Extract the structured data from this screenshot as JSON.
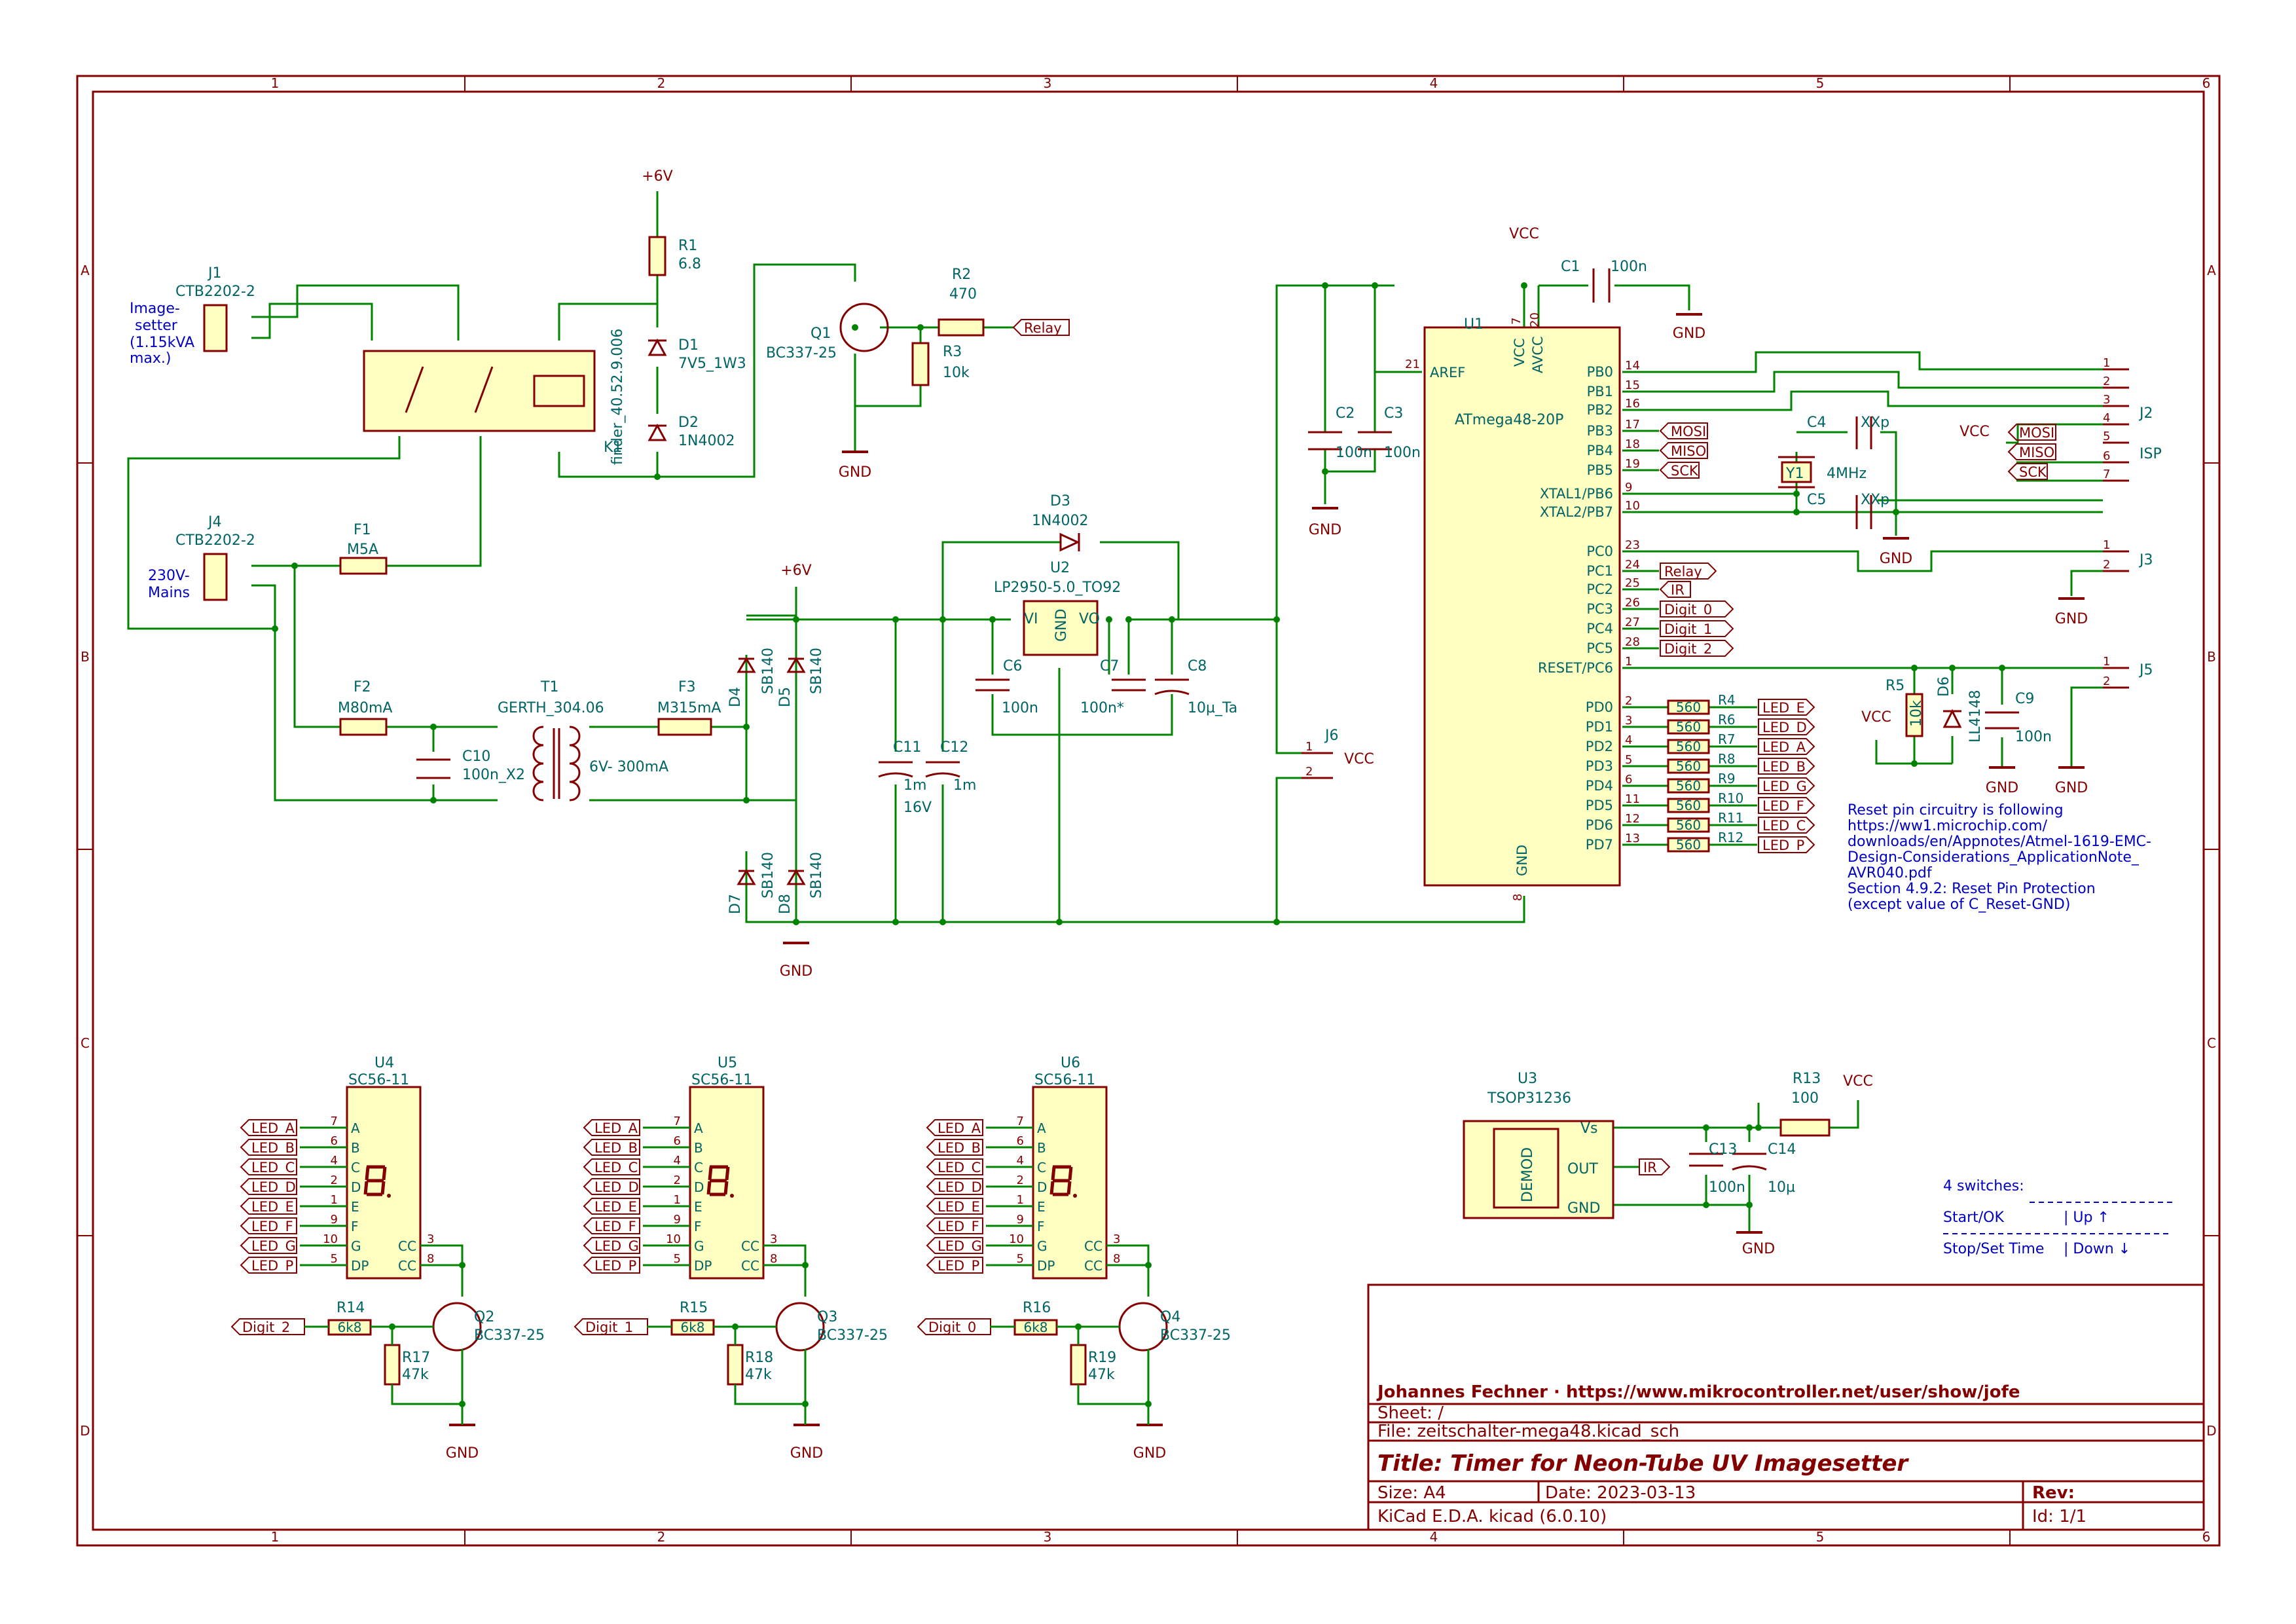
{
  "colors": {
    "border": "#840000",
    "wire": "#008400",
    "part_fill": "#ffffc2",
    "part_stroke": "#840000",
    "label": "#006464",
    "power": "#840000",
    "note": "#0000c2",
    "title_text": "#840000"
  },
  "frame": {
    "columns": [
      "1",
      "2",
      "3",
      "4",
      "5",
      "6"
    ],
    "rows": [
      "A",
      "B",
      "C",
      "D"
    ]
  },
  "title_block": {
    "author": "Johannes Fechner · https://www.mikrocontroller.net/user/show/jofe",
    "sheet": "Sheet: /",
    "file": "File: zeitschalter-mega48.kicad_sch",
    "title": "Title: Timer for Neon-Tube UV Imagesetter",
    "size": "Size: A4",
    "date": "Date: 2023-03-13",
    "rev": "Rev:",
    "tool": "KiCad E.D.A.  kicad (6.0.10)",
    "id": "Id: 1/1"
  },
  "notes": {
    "imagesetter": [
      "Image-",
      "setter",
      "(1.15kVA",
      "max.)"
    ],
    "mains": [
      "230V-",
      "Mains"
    ],
    "reset": [
      "Reset pin circuitry is following",
      "https://ww1.microchip.com/",
      "downloads/en/Appnotes/Atmel-1619-EMC-",
      "Design-Considerations_ApplicationNote_",
      "AVR040.pdf",
      "Section 4.9.2: Reset Pin Protection",
      "(except value of C_Reset-GND)"
    ],
    "switches": {
      "title": "4 switches:",
      "row1a": "Start/OK",
      "row1b": "| Up ↑",
      "row2a": "Stop/Set Time",
      "row2b": "| Down ↓"
    }
  },
  "power": {
    "p6v_top": "+6V",
    "p6v_mid": "+6V",
    "vcc_avcc": "VCC",
    "vcc_j6": "VCC",
    "vcc_isp": "VCC",
    "vcc_reset": "VCC",
    "vcc_ir": "VCC",
    "gnd": "GND"
  },
  "components": {
    "J1": {
      "ref": "J1",
      "value": "CTB2202-2"
    },
    "J4": {
      "ref": "J4",
      "value": "CTB2202-2"
    },
    "K1": {
      "ref": "K1",
      "value": "finder_40.52.9.006"
    },
    "R1": {
      "ref": "R1",
      "value": "6.8"
    },
    "D1": {
      "ref": "D1",
      "value": "7V5_1W3"
    },
    "D2": {
      "ref": "D2",
      "value": "1N4002"
    },
    "Q1": {
      "ref": "Q1",
      "value": "BC337-25"
    },
    "R2": {
      "ref": "R2",
      "value": "470"
    },
    "R3": {
      "ref": "R3",
      "value": "10k"
    },
    "F1": {
      "ref": "F1",
      "value": "M5A"
    },
    "F2": {
      "ref": "F2",
      "value": "M80mA"
    },
    "F3": {
      "ref": "F3",
      "value": "M315mA"
    },
    "T1": {
      "ref": "T1",
      "value": "GERTH_304.06",
      "rating": "6V- 300mA"
    },
    "C10": {
      "ref": "C10",
      "value": "100n_X2"
    },
    "D4": {
      "ref": "D4",
      "value": "SB140"
    },
    "D5": {
      "ref": "D5",
      "value": "SB140"
    },
    "D7": {
      "ref": "D7",
      "value": "SB140"
    },
    "D8": {
      "ref": "D8",
      "value": "SB140"
    },
    "C11": {
      "ref": "C11",
      "value": "1m",
      "voltage": "16V"
    },
    "C12": {
      "ref": "C12",
      "value": "1m"
    },
    "D3": {
      "ref": "D3",
      "value": "1N4002"
    },
    "U2": {
      "ref": "U2",
      "value": "LP2950-5.0_TO92",
      "pin_vi": "VI",
      "pin_vo": "VO",
      "pin_gnd": "GND"
    },
    "C6": {
      "ref": "C6",
      "value": "100n"
    },
    "C7": {
      "ref": "C7",
      "value": "100n*"
    },
    "C8": {
      "ref": "C8",
      "value": "10µ_Ta"
    },
    "J6": {
      "ref": "J6"
    },
    "C1": {
      "ref": "C1",
      "value": "100n"
    },
    "C2": {
      "ref": "C2",
      "value": "100n"
    },
    "C3": {
      "ref": "C3",
      "value": "100n"
    },
    "U1": {
      "ref": "U1",
      "value": "ATmega48-20P"
    },
    "C4": {
      "ref": "C4",
      "value": "XXp"
    },
    "C5": {
      "ref": "C5",
      "value": "XXp"
    },
    "Y1": {
      "ref": "Y1",
      "value": "4MHz"
    },
    "J2": {
      "ref": "J2",
      "label": "ISP"
    },
    "J3": {
      "ref": "J3"
    },
    "J5": {
      "ref": "J5"
    },
    "R5": {
      "ref": "R5",
      "value": "10k"
    },
    "D6": {
      "ref": "D6",
      "value": "LL4148"
    },
    "C9": {
      "ref": "C9",
      "value": "100n"
    },
    "U3": {
      "ref": "U3",
      "value": "TSOP31236",
      "vs": "Vs",
      "out": "OUT",
      "gnd": "GND",
      "block": "DEMOD"
    },
    "R13": {
      "ref": "R13",
      "value": "100"
    },
    "C13": {
      "ref": "C13",
      "value": "100n"
    },
    "C14": {
      "ref": "C14",
      "value": "10µ"
    }
  },
  "mcu": {
    "top_pins": [
      {
        "num": "7",
        "name": "VCC"
      },
      {
        "num": "20",
        "name": "AVCC"
      }
    ],
    "aref": {
      "num": "21",
      "name": "AREF"
    },
    "right_pins": [
      {
        "num": "14",
        "name": "PB0"
      },
      {
        "num": "15",
        "name": "PB1"
      },
      {
        "num": "16",
        "name": "PB2"
      },
      {
        "num": "17",
        "name": "PB3"
      },
      {
        "num": "18",
        "name": "PB4"
      },
      {
        "num": "19",
        "name": "PB5"
      },
      {
        "num": "9",
        "name": "XTAL1/PB6"
      },
      {
        "num": "10",
        "name": "XTAL2/PB7"
      },
      {
        "num": "23",
        "name": "PC0"
      },
      {
        "num": "24",
        "name": "PC1"
      },
      {
        "num": "25",
        "name": "PC2"
      },
      {
        "num": "26",
        "name": "PC3"
      },
      {
        "num": "27",
        "name": "PC4"
      },
      {
        "num": "28",
        "name": "PC5"
      },
      {
        "num": "1",
        "name": "RESET/PC6"
      },
      {
        "num": "2",
        "name": "PD0"
      },
      {
        "num": "3",
        "name": "PD1"
      },
      {
        "num": "4",
        "name": "PD2"
      },
      {
        "num": "5",
        "name": "PD3"
      },
      {
        "num": "6",
        "name": "PD4"
      },
      {
        "num": "11",
        "name": "PD5"
      },
      {
        "num": "12",
        "name": "PD6"
      },
      {
        "num": "13",
        "name": "PD7"
      }
    ],
    "gnd_pin": {
      "num": "8",
      "name": "GND"
    }
  },
  "net_labels": {
    "pb3": "MOSI",
    "pb4": "MISO",
    "pb5": "SCK",
    "pc1": "Relay",
    "pc2": "IR",
    "pc3": "Digit_0",
    "pc4": "Digit_1",
    "pc5": "Digit_2",
    "relay_q1": "Relay",
    "ir_u3": "IR",
    "isp_mosi": "MOSI",
    "isp_miso": "MISO",
    "isp_sck": "SCK"
  },
  "pd_resistors": [
    {
      "ref": "R4",
      "value": "560",
      "net": "LED_E"
    },
    {
      "ref": "R6",
      "value": "560",
      "net": "LED_D"
    },
    {
      "ref": "R7",
      "value": "560",
      "net": "LED_A"
    },
    {
      "ref": "R8",
      "value": "560",
      "net": "LED_B"
    },
    {
      "ref": "R9",
      "value": "560",
      "net": "LED_G"
    },
    {
      "ref": "R10",
      "value": "560",
      "net": "LED_F"
    },
    {
      "ref": "R11",
      "value": "560",
      "net": "LED_C"
    },
    {
      "ref": "R12",
      "value": "560",
      "net": "LED_P"
    }
  ],
  "j2_pins": [
    "1",
    "2",
    "3",
    "4",
    "5",
    "6",
    "7"
  ],
  "j3_pins": [
    "1",
    "2"
  ],
  "j5_pins": [
    "1",
    "2"
  ],
  "j6_pins": [
    "1",
    "2"
  ],
  "displays": [
    {
      "ref": "U4",
      "value": "SC56-11",
      "digit": "Digit_2",
      "rb": "R14",
      "rb_val": "6k8",
      "rp": "R17",
      "rp_val": "47k",
      "q": "Q2",
      "q_val": "BC337-25"
    },
    {
      "ref": "U5",
      "value": "SC56-11",
      "digit": "Digit_1",
      "rb": "R15",
      "rb_val": "6k8",
      "rp": "R18",
      "rp_val": "47k",
      "q": "Q3",
      "q_val": "BC337-25"
    },
    {
      "ref": "U6",
      "value": "SC56-11",
      "digit": "Digit_0",
      "rb": "R16",
      "rb_val": "6k8",
      "rp": "R19",
      "rp_val": "47k",
      "q": "Q4",
      "q_val": "BC337-25"
    }
  ],
  "display_pins": [
    {
      "net": "LED_A",
      "num": "7",
      "seg": "A"
    },
    {
      "net": "LED_B",
      "num": "6",
      "seg": "B"
    },
    {
      "net": "LED_C",
      "num": "4",
      "seg": "C"
    },
    {
      "net": "LED_D",
      "num": "2",
      "seg": "D"
    },
    {
      "net": "LED_E",
      "num": "1",
      "seg": "E"
    },
    {
      "net": "LED_F",
      "num": "9",
      "seg": "F"
    },
    {
      "net": "LED_G",
      "num": "10",
      "seg": "G"
    },
    {
      "net": "LED_P",
      "num": "5",
      "seg": "DP"
    }
  ],
  "display_cc": {
    "pin3": "3",
    "pin8": "8",
    "cc": "CC"
  }
}
